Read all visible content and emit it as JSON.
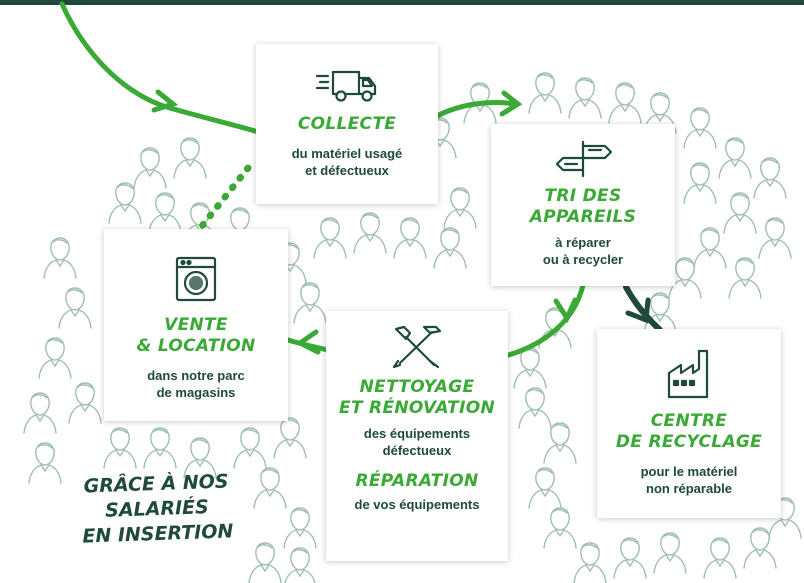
{
  "colors": {
    "accent_green": "#3aa935",
    "dark_green": "#1f4a3a",
    "figure_green": "#8fb5a0"
  },
  "steps": {
    "collecte": {
      "title": "COLLECTE",
      "desc": "du matériel usagé\net défectueux",
      "icon": "delivery-truck-icon"
    },
    "tri": {
      "title": "TRI DES\nAPPAREILS",
      "desc": "à réparer\nou à recycler",
      "icon": "signpost-icon"
    },
    "vente": {
      "title": "VENTE\n& LOCATION",
      "desc": "dans notre parc\nde magasins",
      "icon": "washing-machine-icon"
    },
    "nettoyage": {
      "title": "NETTOYAGE\nET RÉNOVATION",
      "desc": "des équipements\ndéfectueux",
      "title2": "RÉPARATION",
      "desc2": "de vos équipements",
      "icon": "tools-icon"
    },
    "recyclage": {
      "title": "CENTRE\nDE RECYCLAGE",
      "desc": "pour le matériel\nnon réparable",
      "icon": "factory-icon"
    }
  },
  "slogan": "GRÂCE À NOS\nSALARIÉS\nEN INSERTION"
}
